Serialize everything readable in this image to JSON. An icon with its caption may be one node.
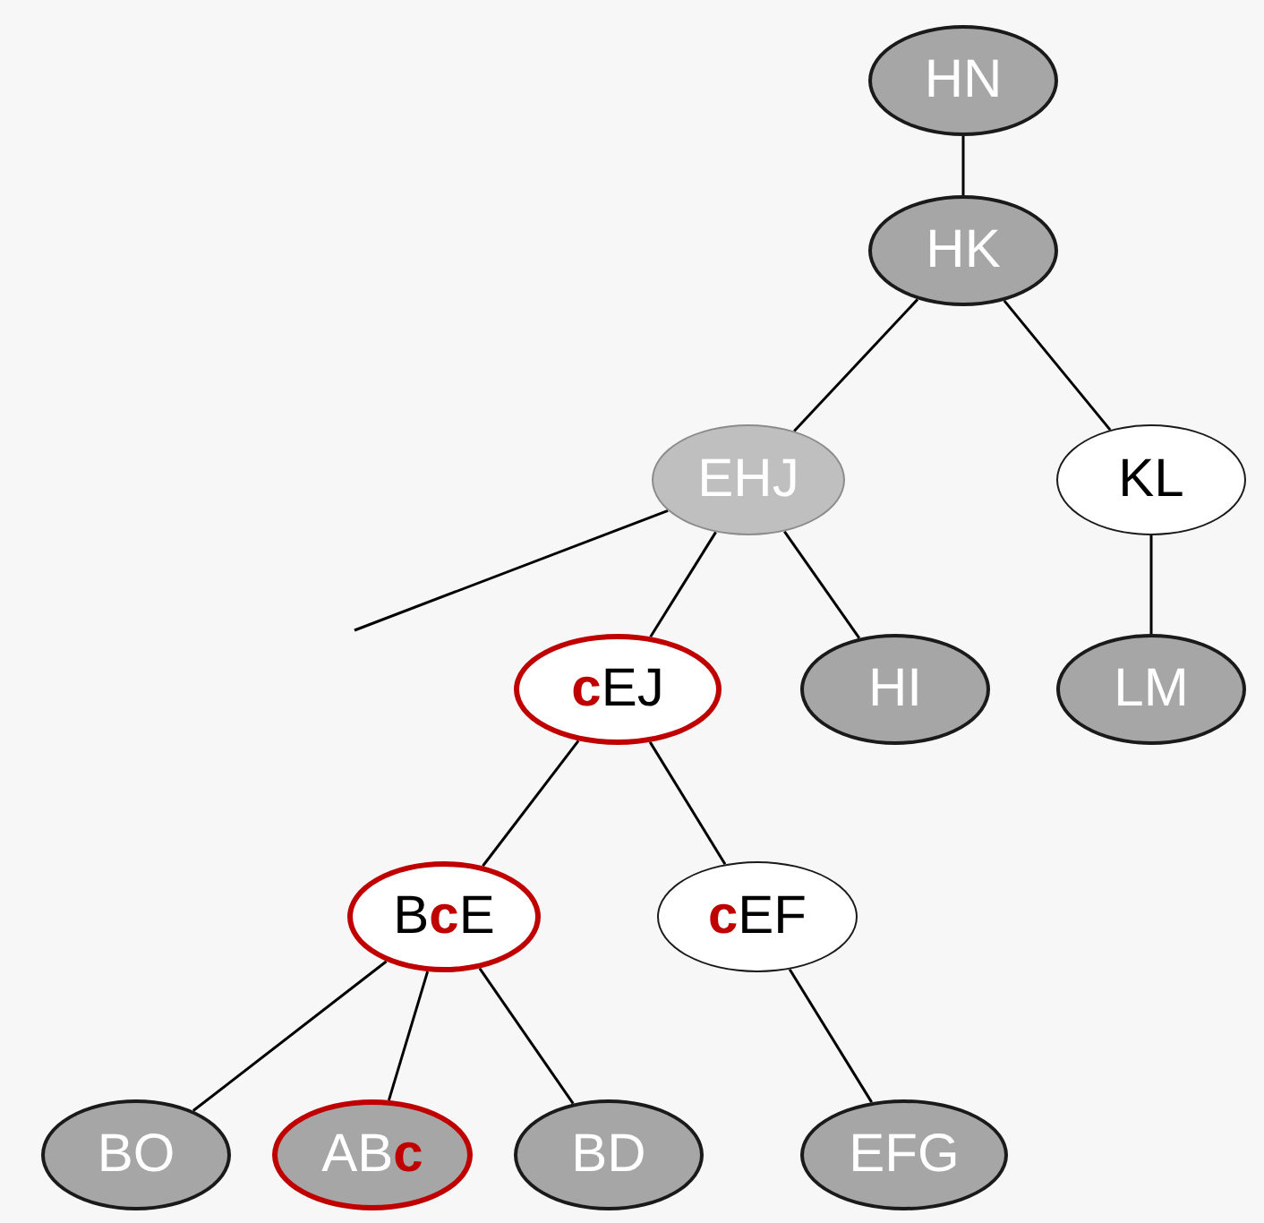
{
  "diagram": {
    "nodes": [
      {
        "text": [
          "HN"
        ]
      },
      {
        "text": [
          "HK"
        ]
      },
      {
        "text": [
          "EHJ"
        ]
      },
      {
        "text": [
          "KL"
        ]
      },
      {
        "text": [
          "**c**EJ"
        ]
      },
      {
        "text": [
          "HI"
        ]
      },
      {
        "text": [
          "LM"
        ]
      },
      {
        "text": [
          "B**c**E"
        ]
      },
      {
        "text": [
          "**c**EF"
        ]
      },
      {
        "text": [
          "BO"
        ]
      },
      {
        "text": [
          "AB**c**"
        ]
      },
      {
        "text": [
          "BD"
        ]
      },
      {
        "text": [
          "EFG"
        ]
      }
    ],
    "edges": [
      {
        "from": 0,
        "to": 1,
        "arrow": "none"
      },
      {
        "from": 1,
        "to": 2,
        "arrow": "none"
      },
      {
        "from": 1,
        "to": 3,
        "arrow": "none"
      },
      {
        "from": 2,
        "to": null,
        "arrow": "none"
      },
      {
        "from": 2,
        "to": 4,
        "arrow": "none"
      },
      {
        "from": 2,
        "to": 5,
        "arrow": "none"
      },
      {
        "from": 3,
        "to": 6,
        "arrow": "none"
      },
      {
        "from": 4,
        "to": 7,
        "arrow": "none"
      },
      {
        "from": 4,
        "to": 8,
        "arrow": "none"
      },
      {
        "from": 7,
        "to": 9,
        "arrow": "none"
      },
      {
        "from": 7,
        "to": 10,
        "arrow": "none"
      },
      {
        "from": 7,
        "to": 11,
        "arrow": "none"
      },
      {
        "from": 8,
        "to": 12,
        "arrow": "none"
      }
    ]
  }
}
